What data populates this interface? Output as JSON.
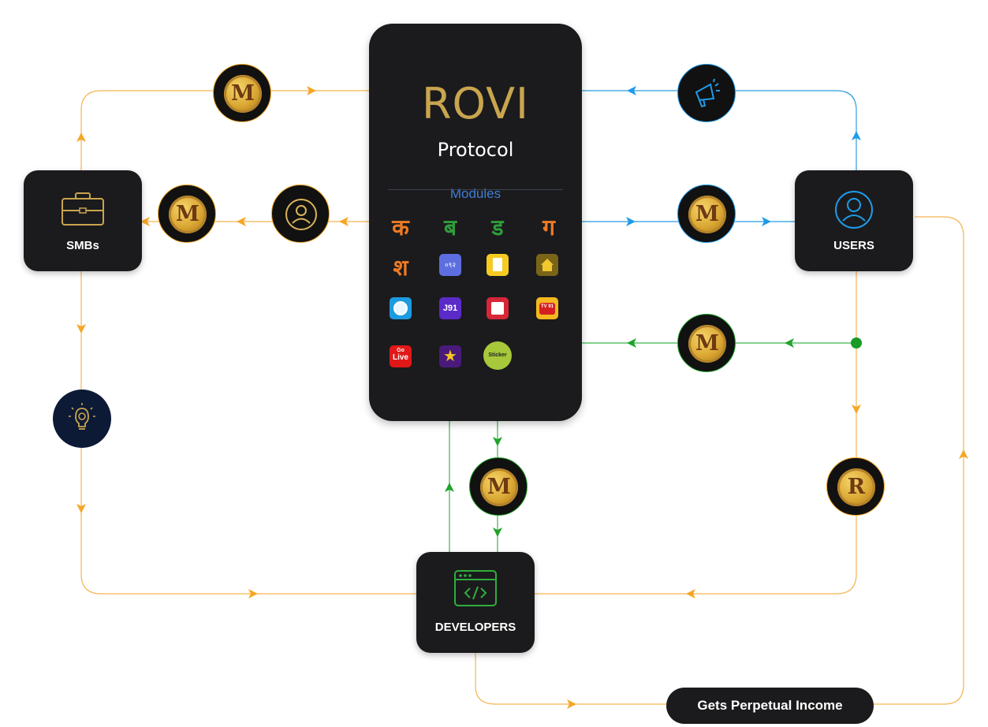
{
  "protocol": {
    "title": "ROVI",
    "subtitle": "Protocol",
    "modules_label": "Modules",
    "module_glyphs": [
      "क",
      "ब",
      "ड",
      "ग",
      "श"
    ],
    "app_texts": {
      "app_092": "०९२",
      "app_j91": "J91",
      "app_tv91": "TV 91",
      "app_golive_top": "Go",
      "app_golive_bottom": "Live",
      "app_sticker": "Sticker"
    }
  },
  "nodes": {
    "smbs": "SMBs",
    "users": "USERS",
    "developers": "DEVELOPERS"
  },
  "tokens": {
    "m_coin": "M",
    "r_coin": "R"
  },
  "income_label": "Gets Perpetual Income",
  "colors": {
    "orange_flow": "#f5a623",
    "blue_flow": "#1e9be9",
    "green_flow": "#1fa32a",
    "gold": "#c9a54e"
  }
}
